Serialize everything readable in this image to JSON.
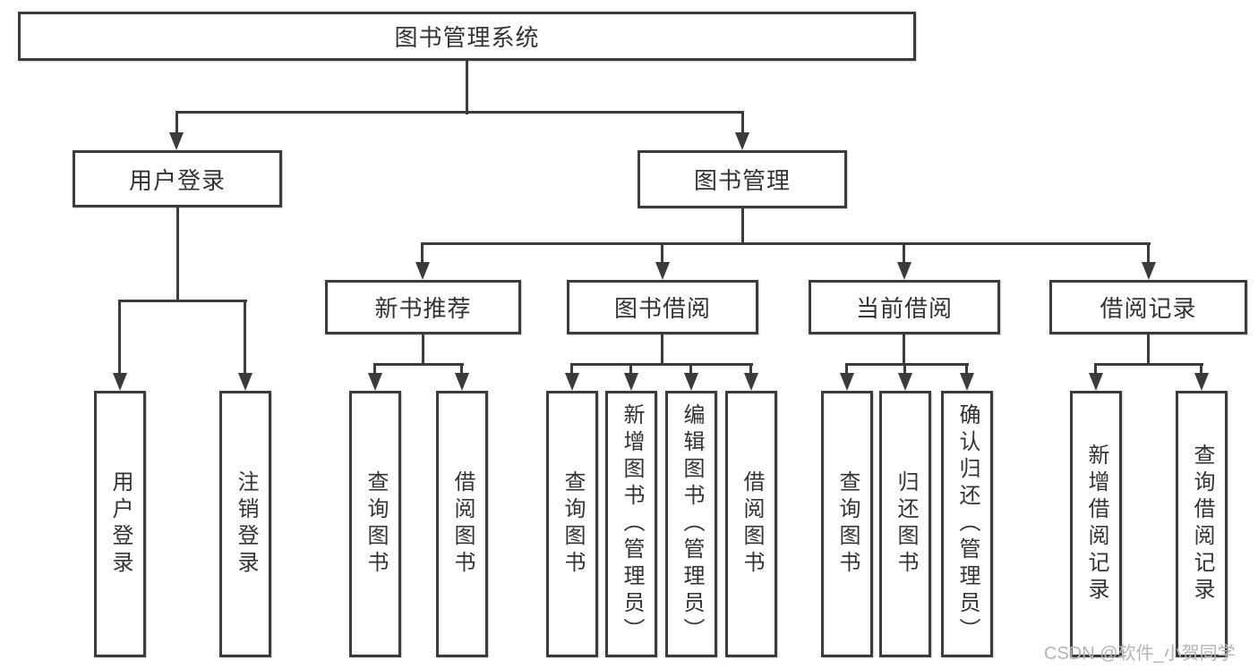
{
  "title": "图书管理系统",
  "branches": {
    "user_login": {
      "label": "用户登录",
      "children": [
        "用户登录",
        "注销登录"
      ]
    },
    "book_management": {
      "label": "图书管理",
      "sections": [
        {
          "label": "新书推荐",
          "children": [
            "查询图书",
            "借阅图书"
          ]
        },
        {
          "label": "图书借阅",
          "children": [
            "查询图书",
            "新增图书（管理员）",
            "编辑图书（管理员）",
            "借阅图书"
          ]
        },
        {
          "label": "当前借阅",
          "children": [
            "查询图书",
            "归还图书",
            "确认归还（管理员）"
          ]
        },
        {
          "label": "借阅记录",
          "children": [
            "新增借阅记录",
            "查询借阅记录"
          ]
        }
      ]
    }
  },
  "watermark": "CSDN @软件_小贺同学",
  "colors": {
    "line": "#3b3b3b",
    "text": "#333333",
    "watermark": "#b4b4b4",
    "background": "#ffffff"
  }
}
